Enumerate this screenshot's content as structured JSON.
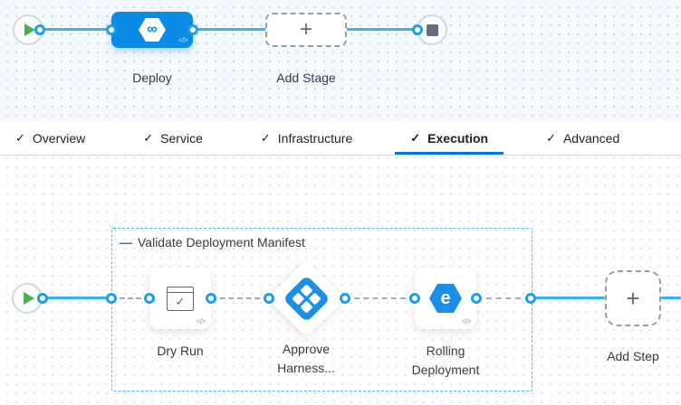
{
  "icons": {
    "check": "✓",
    "plus": "+",
    "code": "</>",
    "infinity": "∞",
    "rolling_glyph": "e",
    "collapse_dash": "—",
    "dryrun_check": "✓"
  },
  "colors": {
    "primary_blue": "#0278d5",
    "node_blue": "#0b8ce4",
    "connector_line": "#35b5ea",
    "dashed_connector": "#a8aabd",
    "group_border": "#46c2ee",
    "play_green": "#4caf50",
    "stop_slate": "#676981",
    "canvas_top_bg": "#f4f9fd"
  },
  "stage_graph": {
    "stage_name": "Deploy",
    "add_stage_label": "Add Stage"
  },
  "tabs": [
    {
      "label": "Overview",
      "active": false
    },
    {
      "label": "Service",
      "active": false
    },
    {
      "label": "Infrastructure",
      "active": false
    },
    {
      "label": "Execution",
      "active": true
    },
    {
      "label": "Advanced",
      "active": false
    }
  ],
  "execution_graph": {
    "group_name": "Validate Deployment Manifest",
    "steps": [
      "Dry Run",
      "Approve Harness...",
      "Rolling Deployment"
    ],
    "add_step_label": "Add Step"
  }
}
